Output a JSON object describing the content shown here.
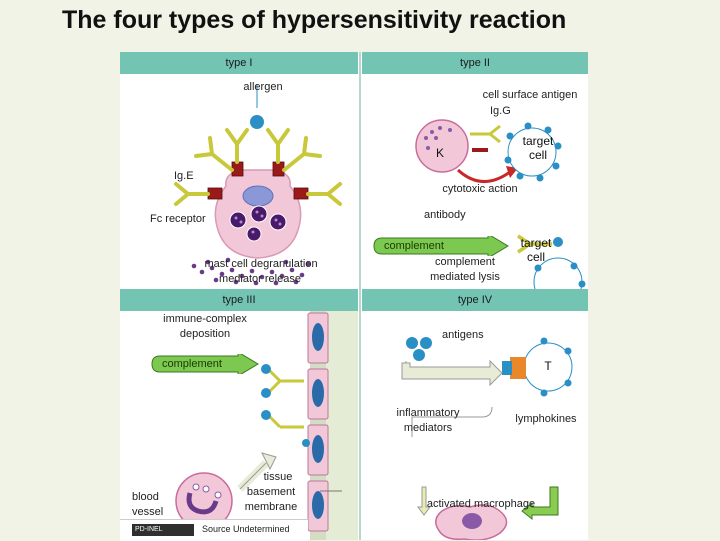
{
  "title": "The four types of hypersensitivity reaction",
  "panels": {
    "type1": {
      "header": "type I",
      "allergen": "allergen",
      "ige": "Ig.E",
      "fc_receptor": "Fc receptor",
      "degranulation": "mast cell degranulation",
      "mediator_release": "mediator release"
    },
    "type2": {
      "header": "type II",
      "cell_surface_antigen": "cell surface antigen",
      "igg": "Ig.G",
      "k_cell": "K",
      "target_cell_top": "target",
      "target_cell_bottom": "cell",
      "cytotoxic_action": "cytotoxic action",
      "antibody": "antibody",
      "complement": "complement",
      "complement_lysis_1": "complement",
      "complement_lysis_2": "mediated lysis",
      "target_cell2_top": "target",
      "target_cell2_bottom": "cell"
    },
    "type3": {
      "header": "type III",
      "immune_complex_1": "immune-complex",
      "immune_complex_2": "deposition",
      "complement": "complement",
      "tissue": "tissue",
      "basement": "basement",
      "membrane": "membrane",
      "blood": "blood",
      "vessel": "vessel"
    },
    "type4": {
      "header": "type IV",
      "antigens": "antigens",
      "t_cell": "T",
      "inflammatory": "inflammatory",
      "mediators": "mediators",
      "lymphokines": "lymphokines",
      "activated_macrophage": "activated macrophage"
    }
  },
  "credit": {
    "badge": "PD-INEL",
    "source": "Source Undetermined"
  },
  "colors": {
    "header_bg": "#74c4b4",
    "antibody_yellow": "#d8d84a",
    "antigen_blue": "#2a8fc4",
    "receptor_red": "#9a1a1a",
    "complement_green": "#7cc850",
    "mast_cell_pink": "#f2c8d8",
    "granule_purple": "#5a2a7a",
    "arrow_red": "#c82828",
    "arrow_light": "#e8ecb0",
    "t_cell_orange": "#e8882a"
  }
}
